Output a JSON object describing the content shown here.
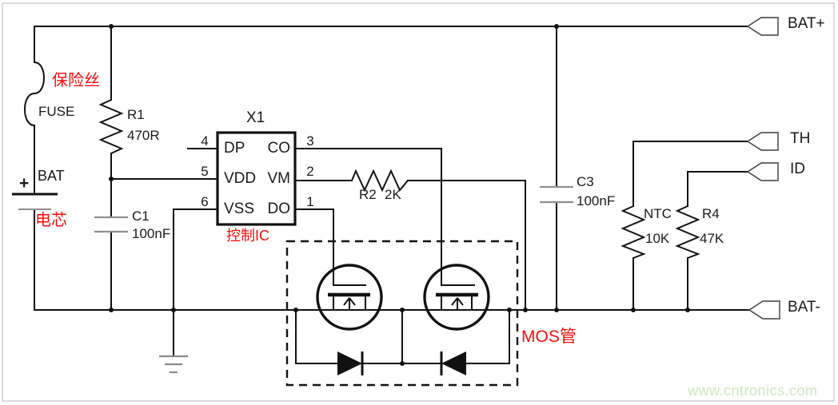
{
  "diagram": {
    "kind": "battery-protection-circuit-schematic",
    "colors": {
      "wire": "#111111",
      "annotation_red": "#f60d0d",
      "component_gray": "#8f8f8f",
      "watermark_green": "#cde9bd",
      "border_gray": "#b5b5b5"
    },
    "annotations": {
      "fuse_cn": "保险丝",
      "cell_cn": "电芯",
      "control_ic_cn": "控制IC",
      "mosfet_cn": "MOS管"
    },
    "components": {
      "fuse": {
        "label": "FUSE"
      },
      "battery": {
        "label": "BAT",
        "plus_sign": "+"
      },
      "r1": {
        "ref": "R1",
        "value": "470R"
      },
      "c1": {
        "ref": "C1",
        "value": "100nF"
      },
      "ic": {
        "ref": "X1",
        "pins_left": [
          {
            "num": "4",
            "name": "DP"
          },
          {
            "num": "5",
            "name": "VDD"
          },
          {
            "num": "6",
            "name": "VSS"
          }
        ],
        "pins_right": [
          {
            "num": "3",
            "name": "CO"
          },
          {
            "num": "2",
            "name": "VM"
          },
          {
            "num": "1",
            "name": "DO"
          }
        ]
      },
      "r2": {
        "ref": "R2",
        "value": "2K"
      },
      "c3": {
        "ref": "C3",
        "value": "100nF"
      },
      "ntc": {
        "ref": "NTC",
        "value": "10K"
      },
      "r4": {
        "ref": "R4",
        "value": "47K"
      }
    },
    "terminals": {
      "bat_plus": "BAT+",
      "th": "TH",
      "id": "ID",
      "bat_minus": "BAT-"
    },
    "watermark": "www.cntronics.com"
  }
}
